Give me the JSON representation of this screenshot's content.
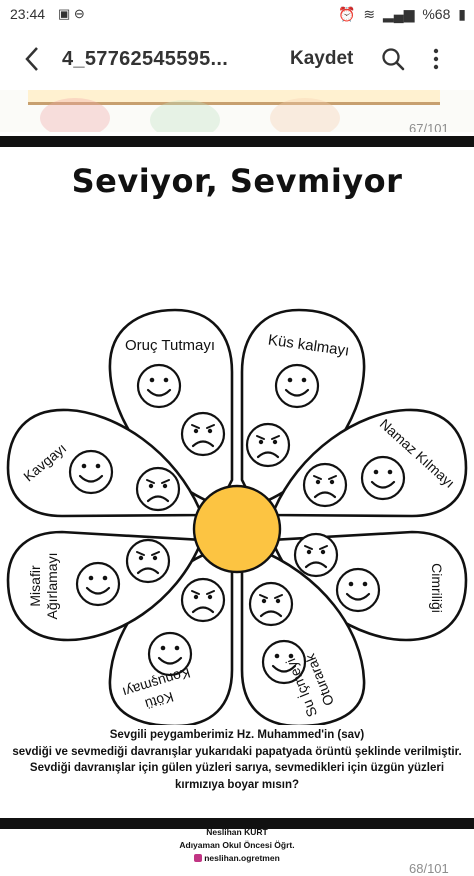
{
  "status_bar": {
    "time": "23:44",
    "battery": "%68"
  },
  "app_bar": {
    "back_icon": "chevron-left-icon",
    "document_title": "4_57762545595...",
    "save_label": "Kaydet",
    "search_icon": "search-icon",
    "more_icon": "more-vertical-icon"
  },
  "pages": {
    "previous_page_number": "67/101",
    "current_page_number": "68/101"
  },
  "worksheet": {
    "title": "Seviyor, Sevmiyor",
    "petals": [
      {
        "label": "Oruç Tutmayı"
      },
      {
        "label": "Küs kalmayı"
      },
      {
        "label": "Namaz Kılmayı"
      },
      {
        "label": "Cimriliği"
      },
      {
        "label_lines": [
          "Oturarak",
          "Su İçmeyi"
        ]
      },
      {
        "label_lines": [
          "Kötü",
          "Konuşmayı"
        ]
      },
      {
        "label_lines": [
          "Misafir",
          "Ağırlamayı"
        ]
      },
      {
        "label": "Kavgayı"
      }
    ],
    "center_color": "#fcc442",
    "caption_lines": [
      "Sevgili peygamberimiz Hz. Muhammed'in (sav)",
      "sevdiği ve sevmediği davranışlar yukarıdaki papatyada örüntü şeklinde verilmiştir.",
      "Sevdiği davranışlar için gülen yüzleri sarıya, sevmedikleri için üzgün yüzleri",
      "kırmızıya boyar mısın?"
    ],
    "author_name": "Neslihan KURT",
    "author_title": "Adıyaman Okul Öncesi Öğrt.",
    "instagram_handle": "neslihan.ogretmen"
  }
}
